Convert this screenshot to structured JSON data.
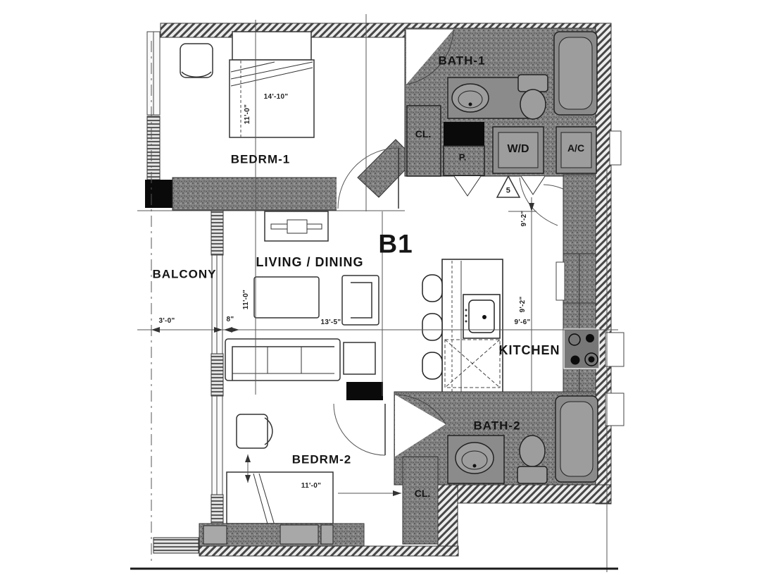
{
  "plan": {
    "unit_label": "B1",
    "labels": {
      "bedrm1": "BEDRM-1",
      "bath1": "BATH-1",
      "closet1": "CL.",
      "pantry": "P.",
      "washer_dryer": "W/D",
      "ac": "A/C",
      "living_dining": "LIVING / DINING",
      "balcony": "BALCONY",
      "kitchen": "KITCHEN",
      "bath2": "BATH-2",
      "bedrm2": "BEDRM-2",
      "closet2": "CL."
    },
    "dimensions": {
      "bedrm1_width": "14'-10\"",
      "bedrm1_depth": "11'-0\"",
      "living_depth": "11'-0\"",
      "balcony_width": "3'-0\"",
      "wall_offset": "8\"",
      "living_width": "13'-5\"",
      "kitchen_depth_upper": "9'-2\"",
      "kitchen_depth_lower": "9'-2\"",
      "kitchen_width": "9'-6\"",
      "bedrm2_width": "11'-0\"",
      "keynote": "5"
    },
    "colors": {
      "wall_fill": "#7d7d7d",
      "line": "#2b2b2b",
      "background": "#ffffff",
      "black_accent": "#0a0a0a"
    }
  }
}
